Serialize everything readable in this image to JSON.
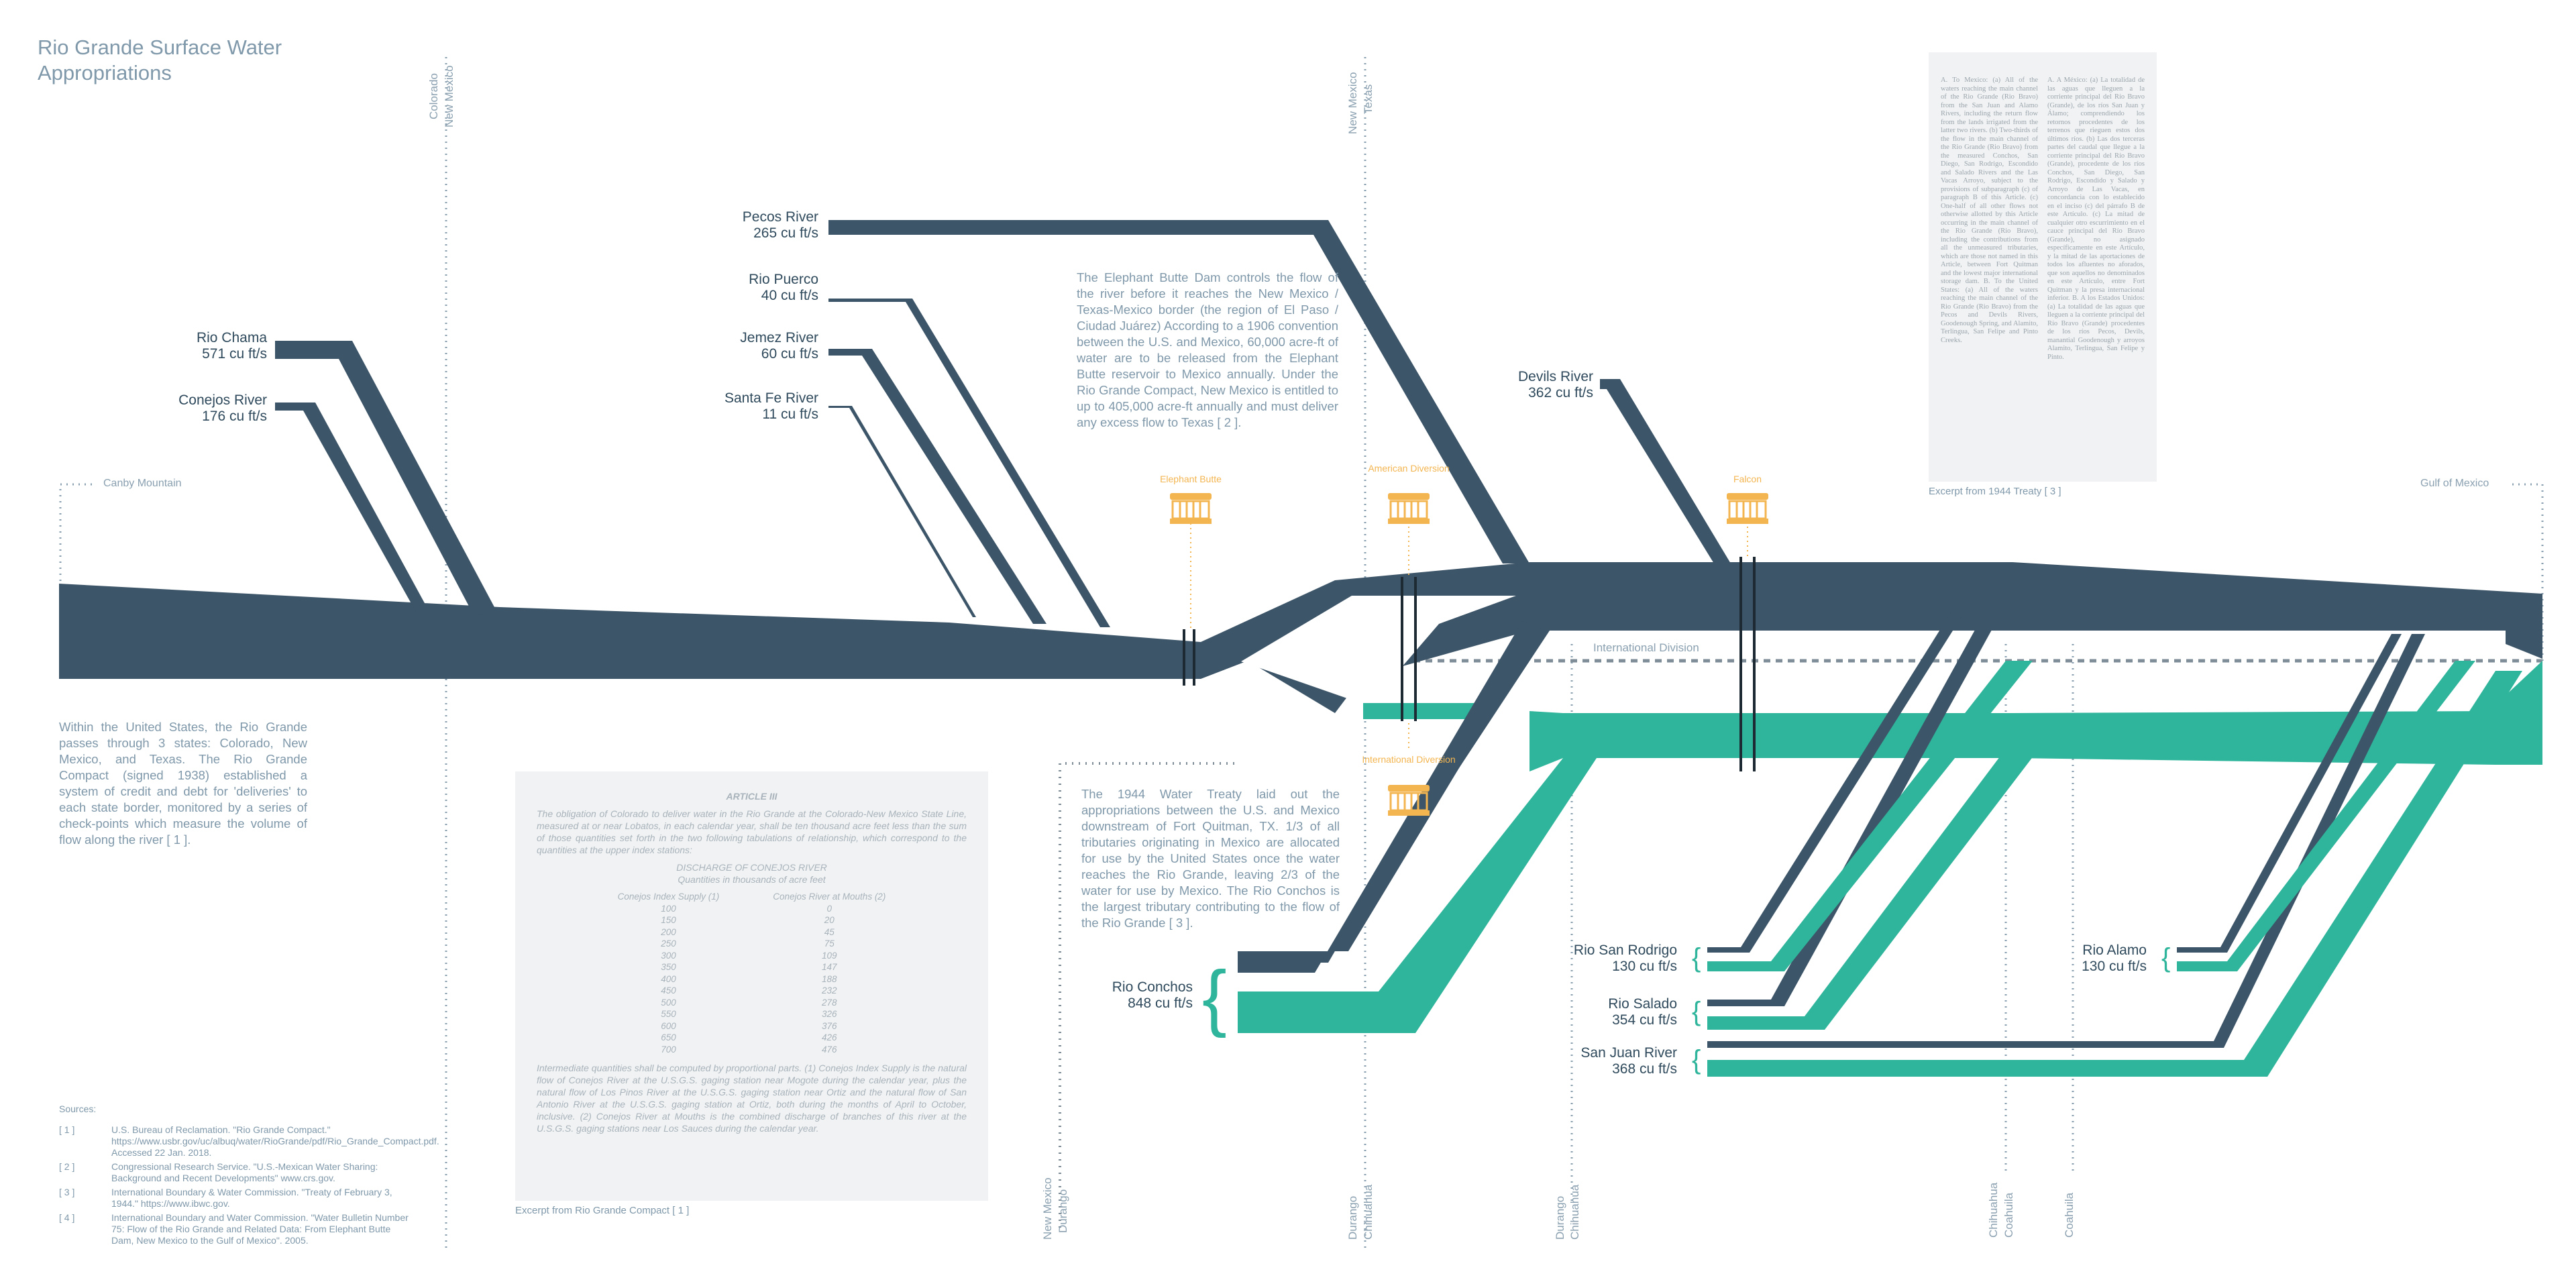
{
  "title": "Rio Grande Surface Water Appropriations",
  "colors": {
    "us_water": "#3d5568",
    "mexico_water": "#2fb59b",
    "dam": "#f3b550",
    "text_light": "#7f98aa",
    "box": "#f1f2f3"
  },
  "borders": {
    "co_nm": [
      "Colorado",
      "New Mexico"
    ],
    "nm_tx": [
      "New Mexico",
      "Texas"
    ],
    "nm_durango": [
      "New Mexico",
      "Durango"
    ],
    "durango_chihuahua_1": [
      "Durango",
      "Chihuahua"
    ],
    "durango_chihuahua_2": [
      "Durango",
      "Chihuahua"
    ],
    "chihuahua_coahuila": [
      "Chihuahua",
      "Coahuila"
    ],
    "coahuila": [
      "Coahuila"
    ]
  },
  "endpoints": {
    "start": "Canby Mountain",
    "end": "Gulf of Mexico"
  },
  "international_division": "International Division",
  "tributaries": {
    "rio_chama": {
      "name": "Rio Chama",
      "flow": "571 cu ft/s"
    },
    "conejos": {
      "name": "Conejos River",
      "flow": "176 cu ft/s"
    },
    "pecos": {
      "name": "Pecos River",
      "flow": "265 cu ft/s"
    },
    "rio_puerco": {
      "name": "Rio Puerco",
      "flow": "40 cu ft/s"
    },
    "jemez": {
      "name": "Jemez River",
      "flow": "60 cu ft/s"
    },
    "santa_fe": {
      "name": "Santa Fe River",
      "flow": "11 cu ft/s"
    },
    "devils": {
      "name": "Devils River",
      "flow": "362 cu ft/s"
    },
    "conchos": {
      "name": "Rio Conchos",
      "flow": "848 cu ft/s"
    },
    "san_rodrigo": {
      "name": "Rio San Rodrigo",
      "flow": "130 cu ft/s"
    },
    "salado": {
      "name": "Rio Salado",
      "flow": "354 cu ft/s"
    },
    "san_juan": {
      "name": "San Juan River",
      "flow": "368 cu ft/s"
    },
    "alamo": {
      "name": "Rio Alamo",
      "flow": "130 cu ft/s"
    }
  },
  "dams": {
    "elephant_butte": "Elephant Butte",
    "american_diversion": "American Diversion",
    "falcon": "Falcon",
    "international_diversion": "International Diversion"
  },
  "texts": {
    "us_compact": "Within the United States, the Rio Grande passes through 3 states: Colorado, New Mexico, and Texas. The Rio Grande Compact (signed 1938) established a system of credit and debt for 'deliveries' to each state border, monitored by a series of check-points which measure the volume of flow along the river [ 1 ].",
    "elephant_butte": "The Elephant Butte Dam controls the flow of the river before it reaches the New Mexico / Texas-Mexico border (the region of El Paso / Ciudad Juárez) According to a 1906 convention between the U.S. and Mexico, 60,000 acre-ft of water are to be released from the Elephant Butte reservoir to Mexico annually. Under the Rio Grande Compact, New Mexico is entitled to up to 405,000 acre-ft annually and must deliver any excess flow to Texas [ 2 ].",
    "treaty_1944": "The 1944 Water Treaty laid out the appropriations between the U.S. and Mexico downstream of Fort Quitman, TX. 1/3 of all tributaries originating in Mexico are allocated for use by the United States once the water reaches the Rio Grande, leaving 2/3 of the water for use by Mexico. The Rio Conchos is the largest tributary contributing to the flow of the Rio Grande [ 3 ]."
  },
  "article": {
    "heading": "ARTICLE III",
    "intro": "The obligation of Colorado to deliver water in the Rio Grande at the Colorado-New Mexico State Line, measured at or near Lobatos, in each calendar year, shall be ten thousand acre feet less than the sum of those quantities set forth in the two following tabulations of relationship, which correspond to the quantities at the upper index stations:",
    "table_title": "DISCHARGE OF CONEJOS RIVER",
    "table_sub": "Quantities in thousands of acre feet",
    "col1": "Conejos Index Supply (1)",
    "col2": "Conejos River at Mouths (2)",
    "rows": [
      [
        "100",
        "0"
      ],
      [
        "150",
        "20"
      ],
      [
        "200",
        "45"
      ],
      [
        "250",
        "75"
      ],
      [
        "300",
        "109"
      ],
      [
        "350",
        "147"
      ],
      [
        "400",
        "188"
      ],
      [
        "450",
        "232"
      ],
      [
        "500",
        "278"
      ],
      [
        "550",
        "326"
      ],
      [
        "600",
        "376"
      ],
      [
        "650",
        "426"
      ],
      [
        "700",
        "476"
      ]
    ],
    "notes": "Intermediate quantities shall be computed by proportional parts. (1) Conejos Index Supply is the natural flow of Conejos River at the U.S.G.S. gaging station near Mogote during the calendar year, plus the natural flow of Los Pinos River at the U.S.G.S. gaging station near Ortiz and the natural flow of San Antonio River at the U.S.G.S. gaging station at Ortiz, both during the months of April to October, inclusive. (2) Conejos River at Mouths is the combined discharge of branches of this river at the U.S.G.S. gaging stations near Los Sauces during the calendar year.",
    "caption": "Excerpt from Rio Grande Compact [ 1 ]"
  },
  "treaty_excerpt": {
    "caption": "Excerpt from 1944 Treaty [ 3 ]",
    "left": "A. To Mexico: (a) All of the waters reaching the main channel of the Rio Grande (Rio Bravo) from the San Juan and Alamo Rivers, including the return flow from the lands irrigated from the latter two rivers. (b) Two-thirds of the flow in the main channel of the Rio Grande (Rio Bravo) from the measured Conchos, San Diego, San Rodrigo, Escondido and Salado Rivers and the Las Vacas Arroyo, subject to the provisions of subparagraph (c) of paragraph B of this Article. (c) One-half of all other flows not otherwise allotted by this Article occurring in the main channel of the Rio Grande (Rio Bravo), including the contributions from all the unmeasured tributaries, which are those not named in this Article, between Fort Quitman and the lowest major international storage dam. B. To the United States: (a) All of the waters reaching the main channel of the Rio Grande (Rio Bravo) from the Pecos and Devils Rivers, Goodenough Spring, and Alamito, Terlingua, San Felipe and Pinto Creeks.",
    "right": "A. A México: (a) La totalidad de las aguas que lleguen a la corriente principal del Río Bravo (Grande), de los ríos San Juan y Álamo; comprendiendo los retornos procedentes de los terrenos que rieguen estos dos últimos ríos. (b) Las dos terceras partes del caudal que llegue a la corriente principal del Río Bravo (Grande), procedente de los ríos Conchos, San Diego, San Rodrigo, Escondido y Salado y Arroyo de Las Vacas, en concordancia con lo establecido en el inciso (c) del párrafo B de este Artículo. (c) La mitad de cualquier otro escurrimiento en el cauce principal del Río Bravo (Grande), no asignado específicamente en este Artículo, y la mitad de las aportaciones de todos los afluentes no aforados, que son aquellos no denominados en este Artículo, entre Fort Quitman y la presa internacional inferior. B. A los Estados Unidos: (a) La totalidad de las aguas que lleguen a la corriente principal del Río Bravo (Grande) procedentes de los ríos Pecos, Devils, manantial Goodenough y arroyos Alamito, Terlingua, San Felipe y Pinto."
  },
  "sources": {
    "heading": "Sources:",
    "items": [
      {
        "num": "[ 1 ]",
        "text": "U.S. Bureau of Reclamation. \"Rio Grande Compact.\" https://www.usbr.gov/uc/albuq/water/RioGrande/pdf/Rio_Grande_Compact.pdf. Accessed 22 Jan. 2018."
      },
      {
        "num": "[ 2 ]",
        "text": "Congressional Research Service. \"U.S.-Mexican Water Sharing: Background and Recent Developments\" www.crs.gov."
      },
      {
        "num": "[ 3 ]",
        "text": "International Boundary & Water Commission. \"Treaty of February 3, 1944.\" https://www.ibwc.gov."
      },
      {
        "num": "[ 4 ]",
        "text": "International Boundary and Water Commission. \"Water Bulletin Number 75: Flow of the Rio Grande and Related Data: From Elephant Butte Dam, New Mexico to the Gulf of Mexico\". 2005."
      }
    ]
  }
}
